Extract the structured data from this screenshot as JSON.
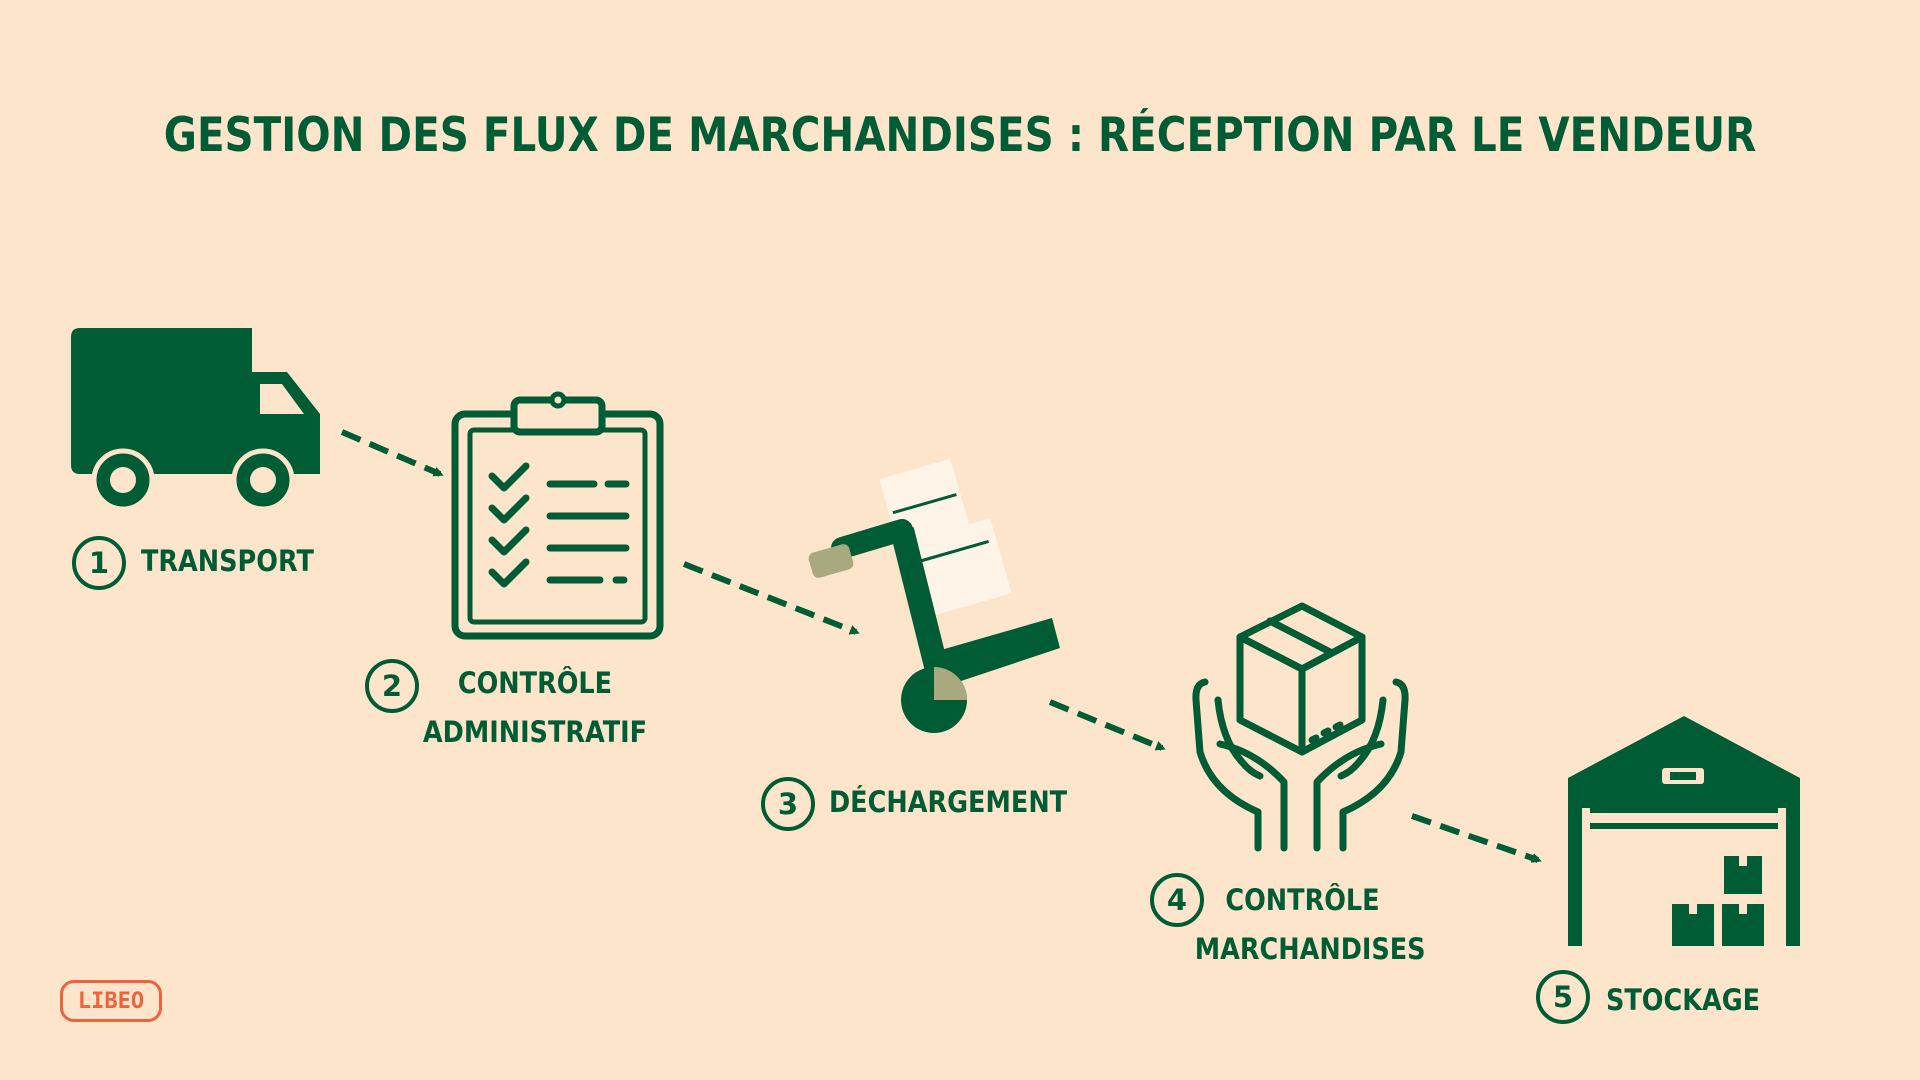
{
  "title": "GESTION DES FLUX DE MARCHANDISES : RÉCEPTION PAR LE VENDEUR",
  "colors": {
    "primary": "#005c35",
    "background": "#fde5cc",
    "box": "#fdf3e7",
    "accent": "#a8a97e",
    "logo": "#f0623c"
  },
  "steps": [
    {
      "number": "1",
      "line1": "TRANSPORT",
      "line2": "",
      "icon": "truck-icon"
    },
    {
      "number": "2",
      "line1": "CONTRÔLE",
      "line2": "ADMINISTRATIF",
      "icon": "clipboard-checklist-icon"
    },
    {
      "number": "3",
      "line1": "DÉCHARGEMENT",
      "line2": "",
      "icon": "hand-truck-icon"
    },
    {
      "number": "4",
      "line1": "CONTRÔLE",
      "line2": "MARCHANDISES",
      "icon": "hands-box-icon"
    },
    {
      "number": "5",
      "line1": "STOCKAGE",
      "line2": "",
      "icon": "warehouse-icon"
    }
  ],
  "logo": "LIBEO"
}
